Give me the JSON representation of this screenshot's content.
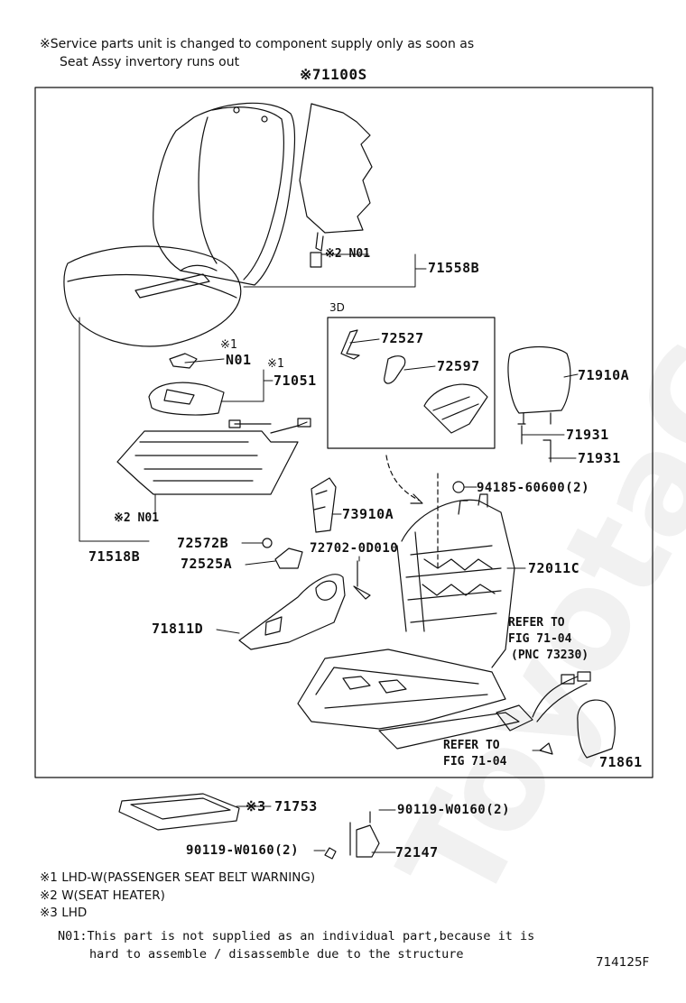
{
  "header": {
    "line1": "※Service parts unit is changed to component supply only as soon as",
    "line2": "Seat Assy invertory runs out",
    "assy_number": "※71100S"
  },
  "callouts": {
    "n01_heater_back": "※2 N01",
    "p71558B": "71558B",
    "box_3d": "3D",
    "p72527": "72527",
    "p72597": "72597",
    "p71910A": "71910A",
    "p71931a": "71931",
    "p71931b": "71931",
    "mark1a": "※1",
    "n01_a": "N01",
    "mark1b": "※1",
    "p71051": "71051",
    "p94185": "94185-60600(2)",
    "p73910A": "73910A",
    "n01_heater_cush": "※2 N01",
    "p71518B": "71518B",
    "p72572B": "72572B",
    "p72525A": "72525A",
    "p72702": "72702-0D010",
    "p72011C": "72011C",
    "refer1_a": "REFER TO",
    "refer1_b": "FIG 71-04",
    "refer1_c": "(PNC 73230)",
    "p71811D": "71811D",
    "refer2_a": "REFER TO",
    "refer2_b": "FIG 71-04",
    "p71861": "71861",
    "p71753": "※3 71753",
    "p90119a": "90119-W0160(2)",
    "p90119b": "90119-W0160(2)",
    "p72147": "72147"
  },
  "legend": {
    "l1": "※1 LHD-W(PASSENGER SEAT BELT WARNING)",
    "l2": "※2 W(SEAT HEATER)",
    "l3": "※3 LHD"
  },
  "footnote": {
    "line1": "N01:This part is not supplied as an individual part,because it is",
    "line2": "hard to assemble / disassemble due to the structure"
  },
  "figure_id": "714125F",
  "watermark": "ToyotaCarLine.ru"
}
